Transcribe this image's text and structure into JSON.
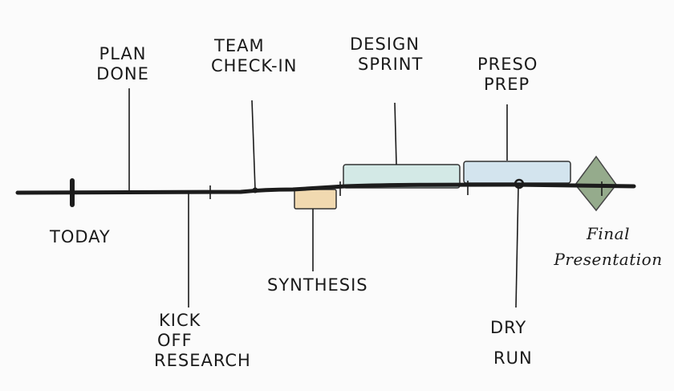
{
  "timeline": {
    "milestones": {
      "today": "TODAY",
      "plan_done": [
        "PLAN",
        "DONE"
      ],
      "kickoff": [
        "KICK",
        "OFF",
        "RESEARCH"
      ],
      "team_checkin": [
        "TEAM",
        "CHECK-IN"
      ],
      "synthesis": "SYNTHESIS",
      "design_sprint": [
        "DESIGN",
        "SPRINT"
      ],
      "preso_prep": [
        "PRESO",
        "PREP"
      ],
      "dry_run": [
        "DRY",
        "RUN"
      ],
      "final": [
        "Final",
        "Presentation"
      ]
    },
    "colors": {
      "line": "#1c1c1c",
      "synthesis_fill": "#f1d9b0",
      "design_sprint_fill": "#d3e9e6",
      "preso_prep_fill": "#d3e4ee",
      "final_fill": "#8aa381"
    }
  }
}
